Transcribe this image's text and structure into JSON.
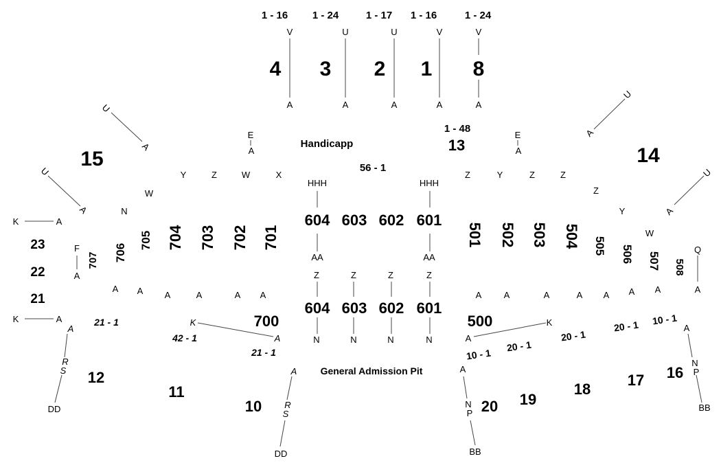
{
  "ranges_top": [
    "1 - 16",
    "1 - 24",
    "1 - 17",
    "1 - 16",
    "1 - 24"
  ],
  "top_sections": [
    "4",
    "3",
    "2",
    "1",
    "8"
  ],
  "top_row_start": [
    "V",
    "U",
    "U",
    "V",
    "V"
  ],
  "top_row_end": [
    "A",
    "A",
    "A",
    "A",
    "A"
  ],
  "section_13": {
    "range": "1 - 48",
    "label": "13"
  },
  "handicap": "Handicapp",
  "range_56": "56 - 1",
  "general_admission": "General Admission Pit",
  "sections": {
    "s15": "15",
    "s14": "14",
    "s23": "23",
    "s22": "22",
    "s21": "21",
    "s12": "12",
    "s11": "11",
    "s10": "10",
    "s20": "20",
    "s19": "19",
    "s18": "18",
    "s17": "17",
    "s16": "16",
    "s700": "700",
    "s500": "500"
  },
  "floor_upper": [
    "604",
    "603",
    "602",
    "601"
  ],
  "floor_lower": [
    "604",
    "603",
    "602",
    "601"
  ],
  "left_700s": [
    "707",
    "706",
    "705",
    "704",
    "703",
    "702",
    "701"
  ],
  "right_500s": [
    "501",
    "502",
    "503",
    "504",
    "505",
    "506",
    "507",
    "508"
  ],
  "row_letters": {
    "U": "U",
    "A": "A",
    "E": "E",
    "Y": "Y",
    "Z": "Z",
    "W": "W",
    "X": "X",
    "N": "N",
    "K": "K",
    "F": "F",
    "R": "R",
    "S": "S",
    "P": "P",
    "Q": "Q",
    "HHH": "HHH",
    "AA": "AA",
    "DD": "DD",
    "BB": "BB"
  },
  "row_ranges": {
    "r21_1": "21 - 1",
    "r42_1": "42 - 1",
    "r10_1": "10 - 1",
    "r20_1": "20 - 1"
  }
}
